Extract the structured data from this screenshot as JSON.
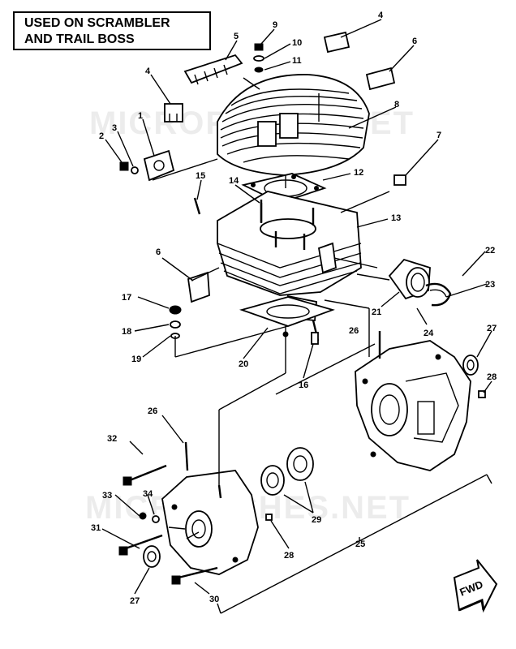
{
  "title": {
    "line1": "USED ON SCRAMBLER",
    "line2": "AND TRAIL BOSS"
  },
  "watermark": "MICROFICHES.NET",
  "direction_label": "FWD",
  "callouts": [
    "1",
    "2",
    "3",
    "4",
    "4",
    "5",
    "6",
    "6",
    "7",
    "8",
    "9",
    "10",
    "11",
    "12",
    "13",
    "14",
    "15",
    "16",
    "17",
    "18",
    "19",
    "20",
    "21",
    "22",
    "23",
    "24",
    "25",
    "26",
    "26",
    "27",
    "27",
    "28",
    "28",
    "29",
    "30",
    "31",
    "32",
    "33",
    "34"
  ]
}
